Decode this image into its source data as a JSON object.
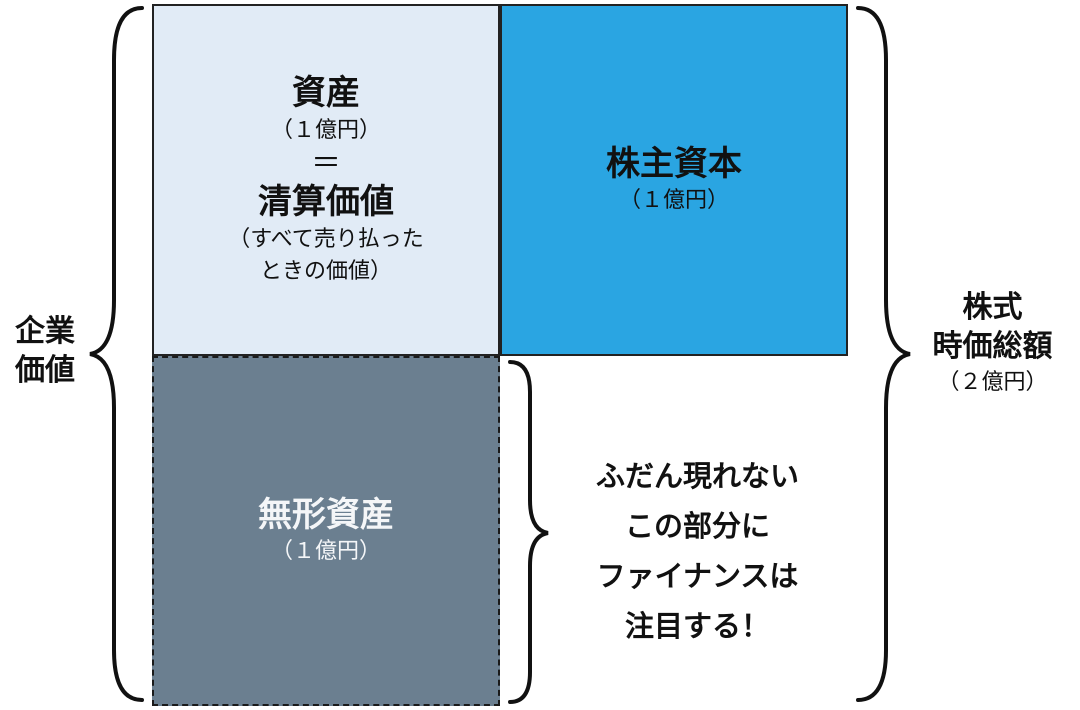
{
  "asset_box": {
    "title": "資産",
    "amount": "（１億円）",
    "equals": "＝",
    "subtitle": "清算価値",
    "desc_line1": "（すべて売り払った",
    "desc_line2": "ときの価値）",
    "fill": "#e1ebf6"
  },
  "equity_box": {
    "title": "株主資本",
    "amount": "（１億円）",
    "fill": "#2aa5e2"
  },
  "intangible_box": {
    "title": "無形資産",
    "amount": "（１億円）",
    "fill": "#6b7f90"
  },
  "enterprise_value": {
    "line1": "企業",
    "line2": "価値"
  },
  "market_cap": {
    "line1": "株式",
    "line2": "時価総額",
    "amount": "（２億円）"
  },
  "note": {
    "line1": "ふだん現れない",
    "line2": "この部分に",
    "line3": "ファイナンスは",
    "line4": "注目する！"
  }
}
